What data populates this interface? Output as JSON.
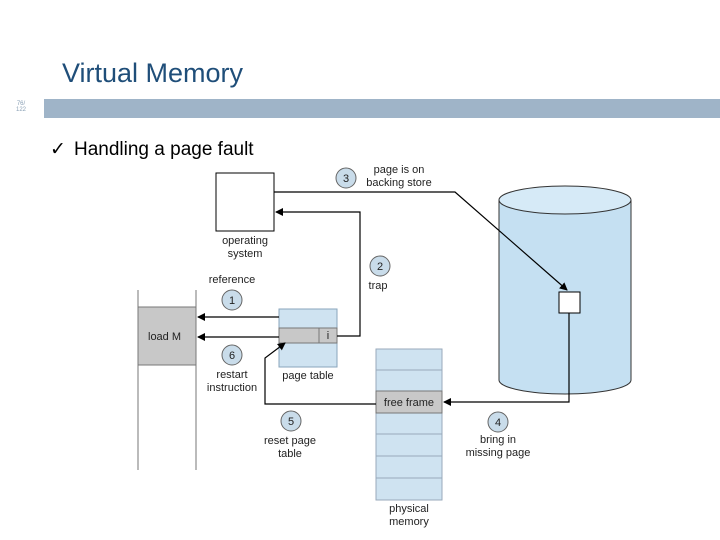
{
  "slide": {
    "title": "Virtual Memory",
    "number_top": "76/",
    "number_bottom": "122",
    "bullet_mark": "✓",
    "bullet_text": "Handling a page fault"
  },
  "diagram": {
    "os_label_1": "operating",
    "os_label_2": "system",
    "reference_label": "reference",
    "trap_label": "trap",
    "backing_label_1": "page is on",
    "backing_label_2": "backing store",
    "instruction_text": "load M",
    "page_table_entry": "i",
    "page_table_label": "page table",
    "restart_label_1": "restart",
    "restart_label_2": "instruction",
    "free_frame_label": "free frame",
    "reset_label_1": "reset page",
    "reset_label_2": "table",
    "bring_label_1": "bring in",
    "bring_label_2": "missing page",
    "physical_label_1": "physical",
    "physical_label_2": "memory",
    "steps": [
      "1",
      "2",
      "3",
      "4",
      "5",
      "6"
    ],
    "colors": {
      "memory_blue": "#cfe3f1",
      "disk_blue": "#c5e0f2",
      "gray_fill": "#c8c8c8",
      "step_circle": "#c9dcea"
    }
  }
}
